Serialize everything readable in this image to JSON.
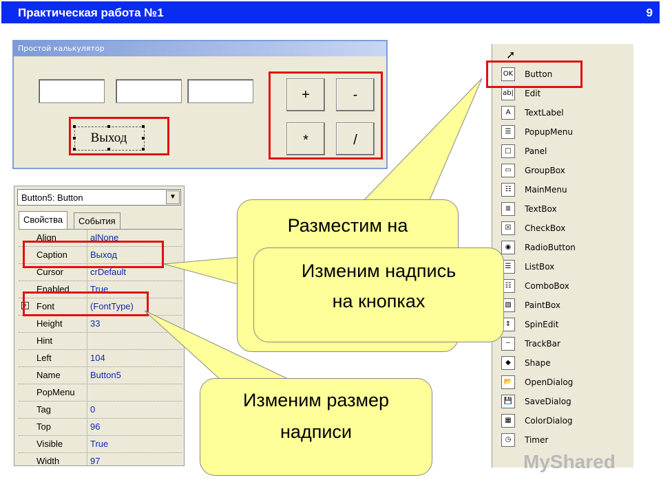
{
  "header": {
    "title": "Практическая работа №1",
    "page": "9"
  },
  "calc": {
    "title": "Простой калькулятор",
    "exit_label": "Выход",
    "ops": [
      "+",
      "-",
      "*",
      "/"
    ]
  },
  "inspector": {
    "combo": "Button5: Button",
    "tabs": [
      "Свойства",
      "События"
    ],
    "props": [
      {
        "k": "Align",
        "v": "alNone"
      },
      {
        "k": "Caption",
        "v": "Выход"
      },
      {
        "k": "Cursor",
        "v": "crDefault"
      },
      {
        "k": "Enabled",
        "v": "True"
      },
      {
        "k": "Font",
        "v": "(FontType)"
      },
      {
        "k": "Height",
        "v": "33"
      },
      {
        "k": "Hint",
        "v": ""
      },
      {
        "k": "Left",
        "v": "104"
      },
      {
        "k": "Name",
        "v": "Button5"
      },
      {
        "k": "PopMenu",
        "v": ""
      },
      {
        "k": "Tag",
        "v": "0"
      },
      {
        "k": "Top",
        "v": "96"
      },
      {
        "k": "Visible",
        "v": "True"
      },
      {
        "k": "Width",
        "v": "97"
      }
    ]
  },
  "palette": {
    "items": [
      "Button",
      "Edit",
      "TextLabel",
      "PopupMenu",
      "Panel",
      "GroupBox",
      "MainMenu",
      "TextBox",
      "CheckBox",
      "RadioButton",
      "ListBox",
      "ComboBox",
      "PaintBox",
      "SpinEdit",
      "TrackBar",
      "Shape",
      "OpenDialog",
      "SaveDialog",
      "ColorDialog",
      "Timer"
    ],
    "icons": [
      "ok-button-icon",
      "edit-icon",
      "text-label-icon",
      "popup-menu-icon",
      "panel-icon",
      "group-box-icon",
      "main-menu-icon",
      "text-box-icon",
      "check-box-icon",
      "radio-button-icon",
      "list-box-icon",
      "combo-box-icon",
      "paint-box-icon",
      "spin-edit-icon",
      "track-bar-icon",
      "shape-icon",
      "open-dialog-icon",
      "save-dialog-icon",
      "color-dialog-icon",
      "timer-icon"
    ]
  },
  "callouts": {
    "place": "Разместим на",
    "caption_line1": "Изменим надпись",
    "caption_line2": "на кнопках",
    "size_line1": "Изменим размер",
    "size_line2": "надписи"
  },
  "watermark": "MyShared",
  "colors": {
    "header_bg": "#0a2cf0",
    "highlight": "#e01010",
    "callout": "#ffff99"
  }
}
